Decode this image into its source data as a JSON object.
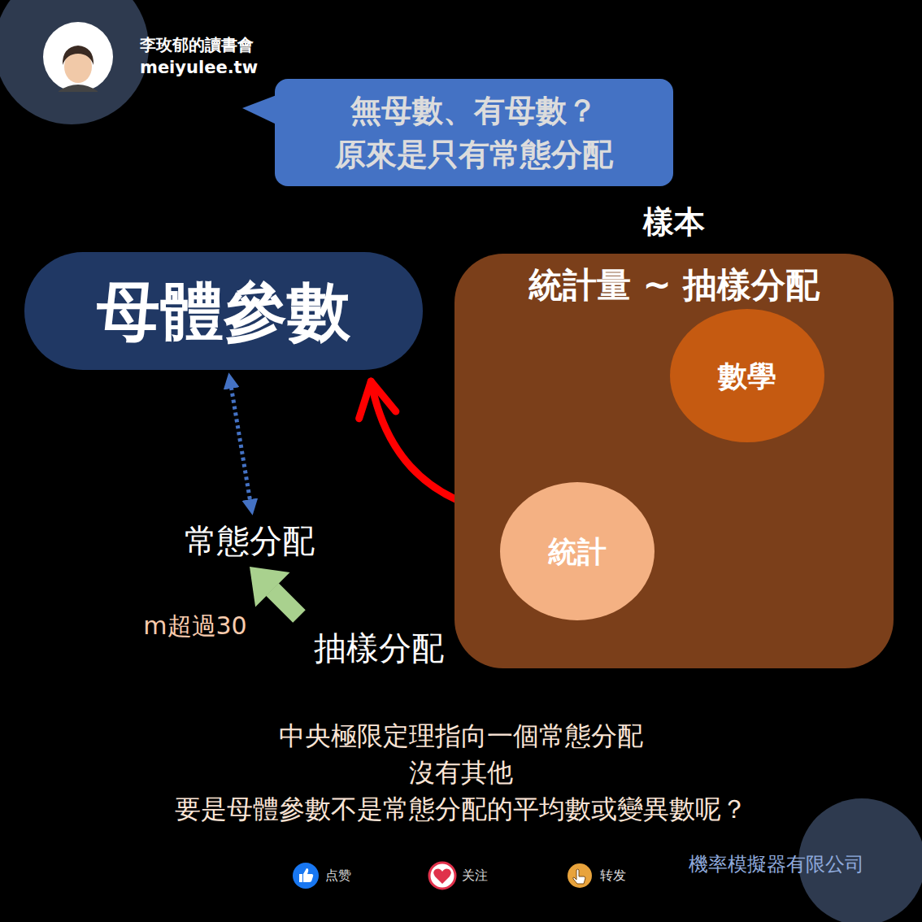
{
  "diagram": {
    "nodes": [
      {
        "text": [
          "無母數、有母數？ 原來是只有常態分配"
        ]
      },
      {
        "text": [
          "母體參數"
        ]
      },
      {
        "text": [
          "樣本",
          "統計量 ~ 抽樣分配"
        ]
      },
      {
        "text": [
          "數學"
        ],
        "in": 2
      },
      {
        "text": [
          "統計"
        ],
        "in": 2
      }
    ],
    "edges": [
      {
        "from": 3,
        "to": 4,
        "arrow": "to"
      },
      {
        "from": 4,
        "to": 1,
        "arrow": "to"
      }
    ],
    "labels": [
      "李玫郁的讀書會",
      "meiyulee.tw",
      "常態分配",
      "m超過30",
      "抽樣分配",
      "中央極限定理指向一個常態分配",
      "沒有其他",
      "要是母體參數不是常態分配的平均數或變異數呢？",
      "点赞",
      "关注",
      "转发",
      "機率模擬器有限公司"
    ]
  }
}
